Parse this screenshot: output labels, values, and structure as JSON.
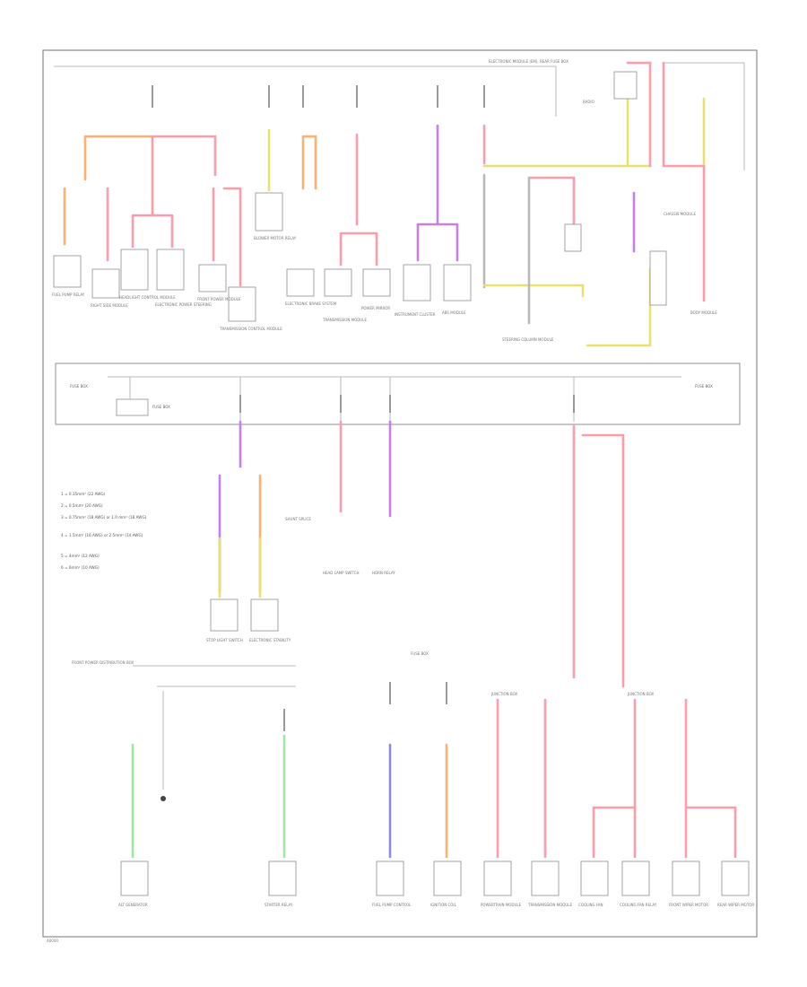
{
  "diagram_id": "A0000",
  "legend": [
    "1 = 0.35mm² (22 AWG)",
    "2 = 0.5mm² (20 AWG)",
    "3 = 0.75mm² (18 AWG) or 1.0 mm² (18 AWG)",
    "4 = 1.5mm² (16 AWG) or 2.5mm² (14 AWG)",
    "5 = 4mm² (12 AWG)",
    "6 = 6mm² (10 AWG)"
  ],
  "labels": {
    "top_unit": "ELECTRONIC MODULE (EM), REAR FUSE BOX",
    "bus_left": "FUSE BOX",
    "bus_right": "FUSE BOX",
    "bus_relay": "FUSE BOX",
    "shunt": "SHUNT SPLICE",
    "mid_left_src": "FRONT POWER DISTRIBUTION BOX",
    "mid_fuse_box": "FUSE BOX",
    "jbox_left": "JUNCTION BOX",
    "jbox_right": "JUNCTION BOX"
  },
  "components": {
    "top": [
      "FUEL PUMP RELAY",
      "RIGHT SIDE MODULE",
      "HEADLIGHT CONTROL MODULE",
      "ELECTRONIC POWER STEERING",
      "FRONT POWER MODULE",
      "TRANSMISSION CONTROL MODULE",
      "BLOWER MOTOR RELAY",
      "ELECTRONIC BRAKE SYSTEM",
      "TRANSMISSION MODULE",
      "POWER MIRROR",
      "INSTRUMENT CLUSTER",
      "ABS MODULE",
      "STEERING COLUMN MODULE",
      "RADIO",
      "CHASSIS MODULE",
      "BODY MODULE"
    ],
    "middle": [
      "STOP LIGHT SWITCH",
      "ELECTRONIC STABILITY",
      "HEAD LAMP SWITCH",
      "HORN RELAY"
    ],
    "bottom": [
      "ALT GENERATOR",
      "STARTER RELAY",
      "FUEL PUMP CONTROL",
      "IGNITION COIL",
      "POWERTRAIN MODULE",
      "TRANSMISSION MODULE",
      "COOLING FAN",
      "COOLING FAN RELAY",
      "FRONT WIPER MOTOR",
      "REAR WIPER MOTOR"
    ]
  },
  "colors": {
    "red": "#ff9aa8",
    "orange": "#ffb070",
    "purple": "#c77ee6",
    "yellow": "#e8e070",
    "green": "#9ee79e",
    "blue": "#8a8ae8",
    "gray": "#b9b9b9"
  }
}
